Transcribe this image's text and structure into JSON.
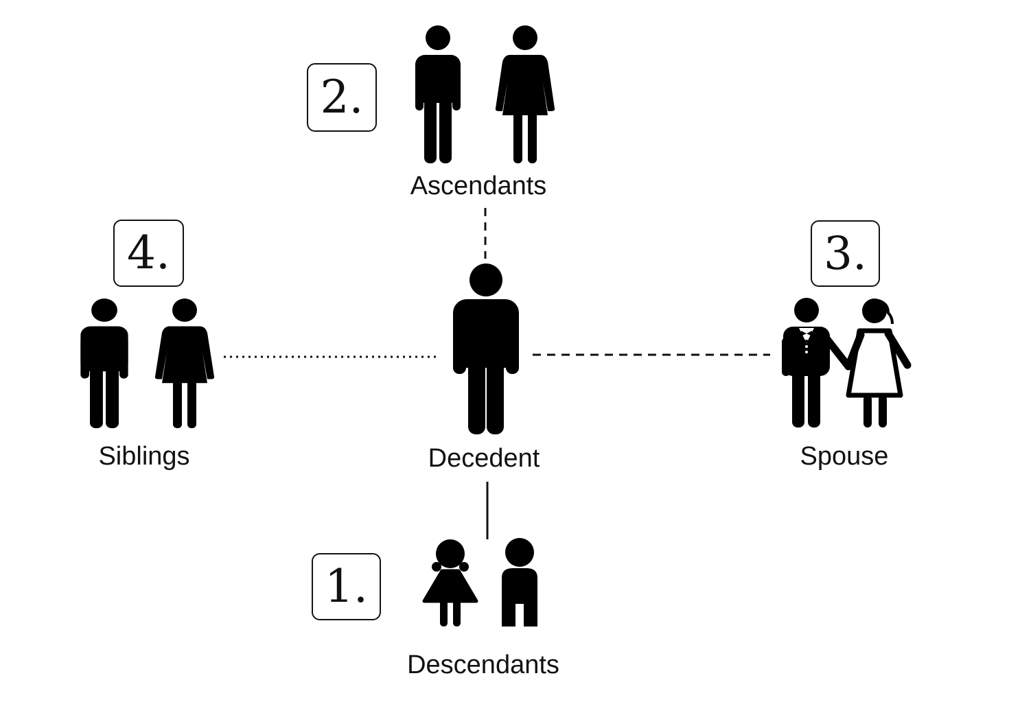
{
  "nodes": {
    "decedent": {
      "label": "Decedent"
    },
    "descendants": {
      "label": "Descendants",
      "rank": "1."
    },
    "ascendants": {
      "label": "Ascendants",
      "rank": "2."
    },
    "spouse": {
      "label": "Spouse",
      "rank": "3."
    },
    "siblings": {
      "label": "Siblings",
      "rank": "4."
    }
  },
  "connectors": [
    {
      "from": "decedent",
      "to": "ascendants",
      "style": "dashed"
    },
    {
      "from": "decedent",
      "to": "descendants",
      "style": "solid"
    },
    {
      "from": "decedent",
      "to": "spouse",
      "style": "dashed"
    },
    {
      "from": "decedent",
      "to": "siblings",
      "style": "dotted"
    }
  ],
  "colors": {
    "ink": "#000000",
    "background": "#ffffff"
  }
}
